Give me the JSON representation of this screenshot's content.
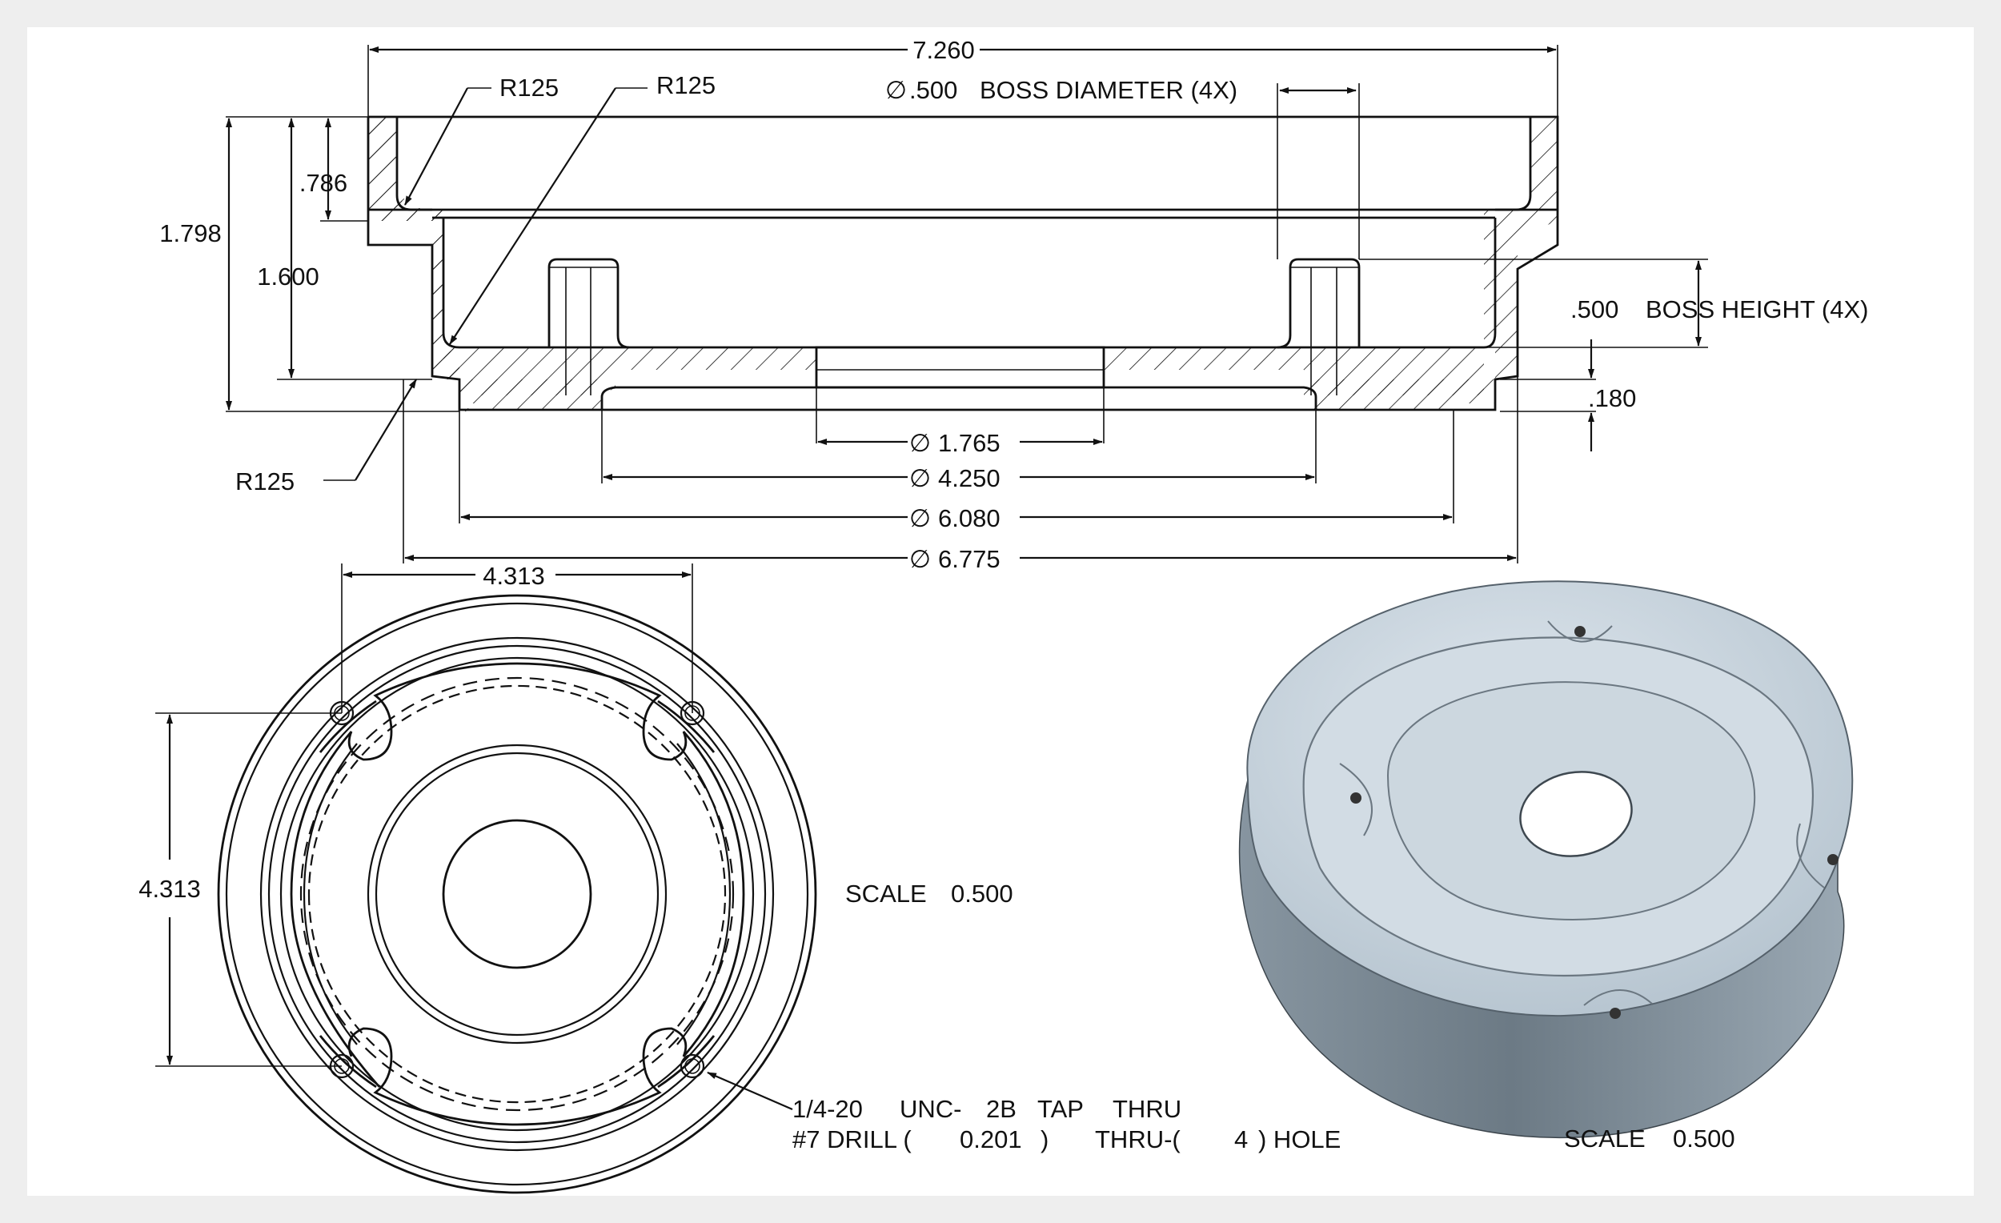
{
  "section_view": {
    "overall_length": "7.260",
    "radius_top_outer": "R125",
    "radius_top_inner": "R125",
    "radius_bottom": "R125",
    "boss_diameter_symbol": "∅",
    "boss_diameter": ".500",
    "boss_diameter_label": "BOSS DIAMETER (4X)",
    "height_overall": "1.798",
    "height_cavity": "1.600",
    "depth_top": ".786",
    "boss_height": ".500",
    "boss_height_label": "BOSS HEIGHT (4X)",
    "base_thickness": ".180",
    "diameters": [
      "1.765",
      "4.250",
      "6.080",
      "6.775"
    ]
  },
  "top_view": {
    "hole_spacing_x": "4.313",
    "hole_spacing_y": "4.313",
    "scale_label": "SCALE",
    "scale_value": "0.500",
    "tap_note": {
      "line1": [
        "1/4-20",
        "UNC-",
        "2B",
        "TAP",
        "THRU"
      ],
      "line2": [
        "#7 DRILL (",
        "0.201",
        ")",
        "THRU-(",
        "4",
        ") HOLE"
      ]
    }
  },
  "iso_view": {
    "scale_label": "SCALE",
    "scale_value": "0.500",
    "fill_color": "#c9d4dc",
    "shadow_color": "#6f7c86"
  },
  "colors": {
    "sheet": "#ffffff",
    "background": "#eeeeee",
    "line": "#111111",
    "centerline_accent": "#d6d23a"
  }
}
